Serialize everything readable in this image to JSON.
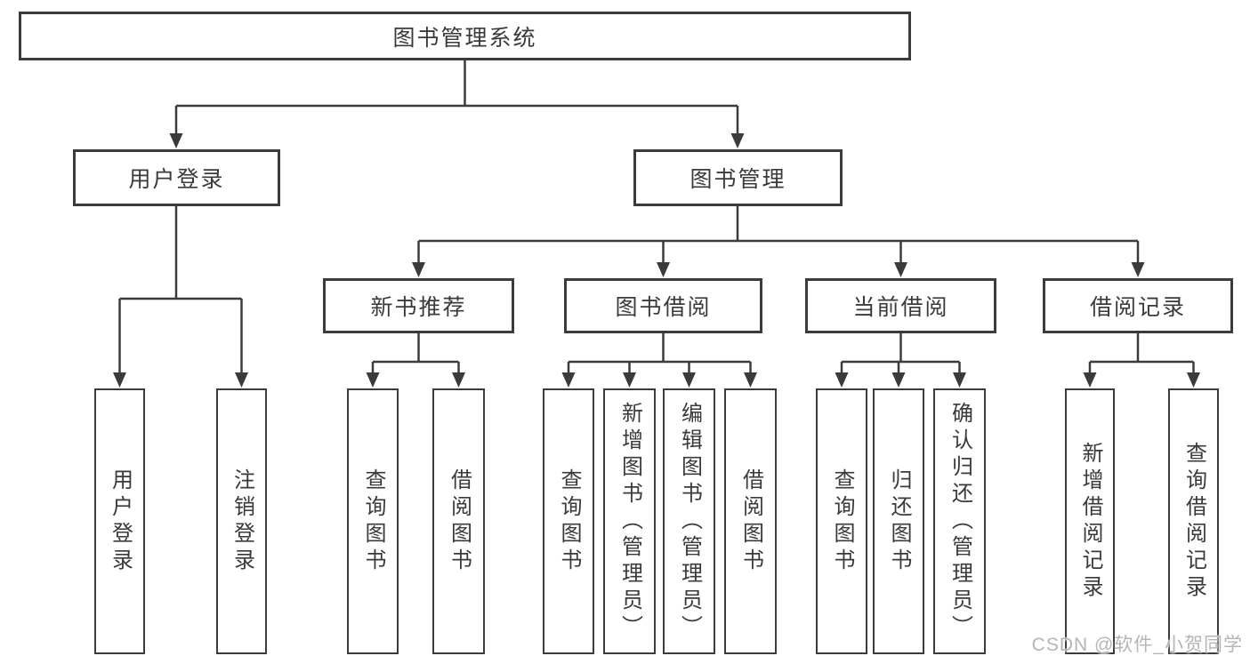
{
  "colors": {
    "line": "#3b3b3b",
    "box_border": "#3b3b3b",
    "text": "#3a3a3a",
    "background": "#ffffff",
    "watermark": "#b5b5b5"
  },
  "tree": {
    "root": {
      "label": "图书管理系统"
    },
    "branches": [
      {
        "label": "用户登录",
        "children": [
          {
            "label": "用户登录"
          },
          {
            "label": "注销登录"
          }
        ]
      },
      {
        "label": "图书管理",
        "children": [
          {
            "label": "新书推荐",
            "children": [
              {
                "label": "查询图书"
              },
              {
                "label": "借阅图书"
              }
            ]
          },
          {
            "label": "图书借阅",
            "children": [
              {
                "label": "查询图书"
              },
              {
                "label": "新增图书（管理员）"
              },
              {
                "label": "编辑图书（管理员）"
              },
              {
                "label": "借阅图书"
              }
            ]
          },
          {
            "label": "当前借阅",
            "children": [
              {
                "label": "查询图书"
              },
              {
                "label": "归还图书"
              },
              {
                "label": "确认归还（管理员）"
              }
            ]
          },
          {
            "label": "借阅记录",
            "children": [
              {
                "label": "新增借阅记录"
              },
              {
                "label": "查询借阅记录"
              }
            ]
          }
        ]
      }
    ]
  },
  "watermark": {
    "text": "CSDN @软件_小贺同学"
  }
}
